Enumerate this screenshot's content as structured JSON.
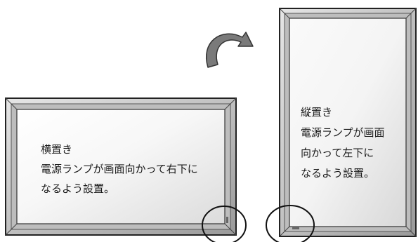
{
  "landscape": {
    "heading": "横置き",
    "line1": "電源ランプが画面向かって右下に",
    "line2": "なるよう設置。"
  },
  "portrait": {
    "heading": "縦置き",
    "line1": "電源ランプが画面",
    "line2": "向かって左下に",
    "line3": "なるよう設置。"
  },
  "colors": {
    "frame_dark": "#2a2a2a",
    "frame_light": "#f2f2f2",
    "bezel": "#c8c8c8",
    "screen": "#f6f6f6",
    "arrow": "#7a7a7a"
  },
  "icons": {
    "rotate_arrow": "rotate-clockwise-arrow-icon",
    "power_lamp": "power-lamp-icon"
  }
}
